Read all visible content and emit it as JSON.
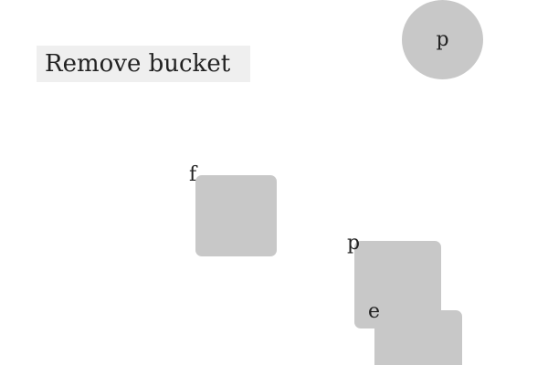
{
  "action_bar": {
    "label": "Remove bucket"
  },
  "circle_item": {
    "label": "p"
  },
  "tiles": [
    {
      "label": "f"
    },
    {
      "label": "p"
    },
    {
      "label": "e"
    }
  ],
  "colors": {
    "background": "#ffffff",
    "label_bg": "#efefef",
    "shape_fill": "#c8c8c8",
    "text": "#222222"
  }
}
